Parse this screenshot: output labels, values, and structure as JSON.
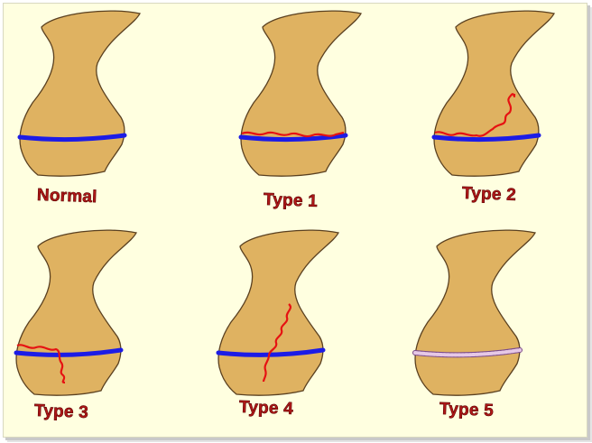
{
  "colors": {
    "background": "#ffffe0",
    "bone_fill": "#dfb261",
    "bone_stroke": "#5a4020",
    "physis": "#1c1ce6",
    "fracture": "#e61212",
    "crush": "#d8b4d8",
    "label": "#b01818"
  },
  "diagrams": [
    {
      "id": "normal",
      "label": "Normal"
    },
    {
      "id": "type-1",
      "label": "Type 1"
    },
    {
      "id": "type-2",
      "label": "Type 2"
    },
    {
      "id": "type-3",
      "label": "Type 3"
    },
    {
      "id": "type-4",
      "label": "Type 4"
    },
    {
      "id": "type-5",
      "label": "Type 5"
    }
  ]
}
